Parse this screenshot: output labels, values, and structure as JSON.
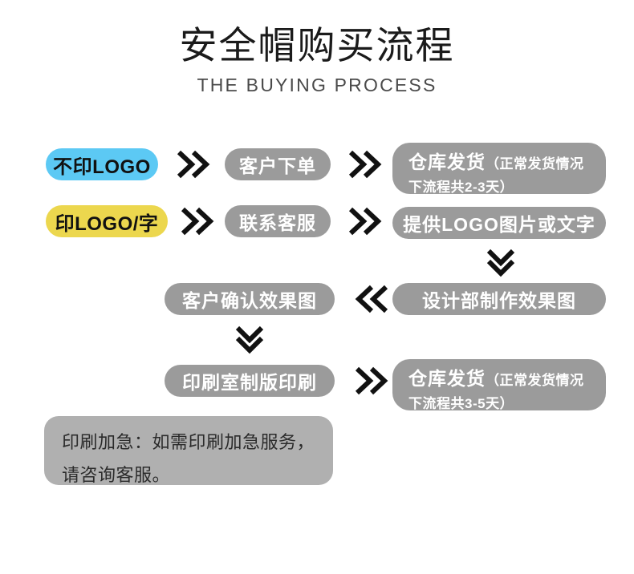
{
  "header": {
    "title_cn": "安全帽购买流程",
    "title_en": "THE BUYING PROCESS"
  },
  "colors": {
    "pill_blue": "#5CC9F4",
    "pill_yellow": "#ECD74E",
    "pill_gray": "#9B9B9B",
    "note_gray": "#B0B0B0",
    "chevron": "#111111",
    "title": "#1B1B1B",
    "subtitle": "#4A4A4A"
  },
  "flow": {
    "row1": {
      "start_label": "不印LOGO",
      "step2_label": "客户下单",
      "step3_main": "仓库发货",
      "step3_sub": "（正常发货情况下流程共2-3天）"
    },
    "row2": {
      "start_label": "印LOGO/字",
      "step2_label": "联系客服",
      "step3_label": "提供LOGO图片或文字"
    },
    "row3": {
      "left_label": "客户确认效果图",
      "right_label": "设计部制作效果图"
    },
    "row4": {
      "left_label": "印刷室制版印刷",
      "right_main": "仓库发货",
      "right_sub": "（正常发货情况下流程共3-5天）"
    }
  },
  "note": {
    "text": "印刷加急：如需印刷加急服务，请咨询客服。"
  },
  "icons": {
    "chevron_right": "chevron-double-right-icon",
    "chevron_left": "chevron-double-left-icon",
    "chevron_down": "chevron-double-down-icon"
  }
}
